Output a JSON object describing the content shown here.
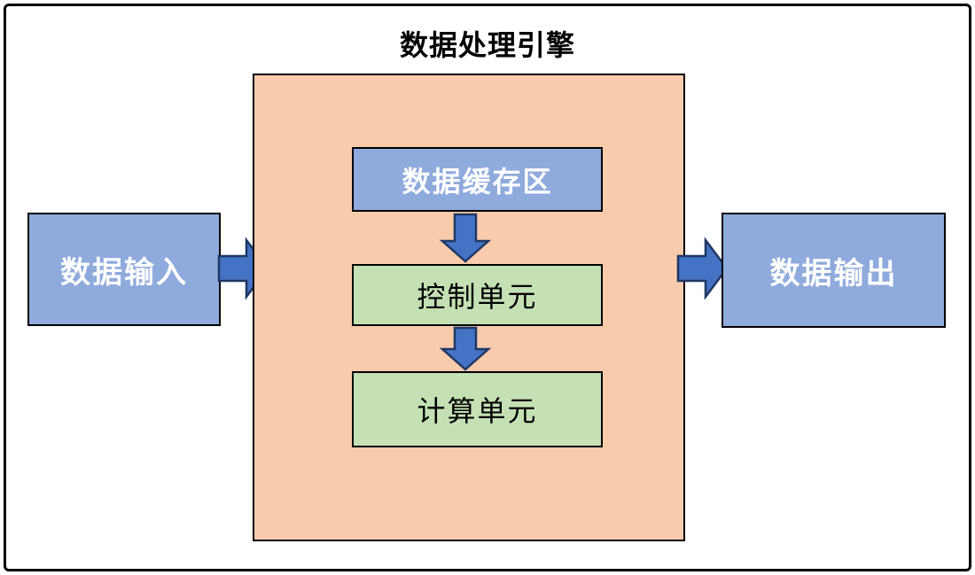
{
  "diagram": {
    "title": "数据处理引擎",
    "input": {
      "label": "数据输入"
    },
    "output": {
      "label": "数据输出"
    },
    "engine": {
      "children": [
        {
          "id": "buffer",
          "label": "数据缓存区",
          "style": "blue"
        },
        {
          "id": "control",
          "label": "控制单元",
          "style": "green"
        },
        {
          "id": "compute",
          "label": "计算单元",
          "style": "green"
        }
      ]
    },
    "arrows": [
      {
        "from": "数据输入",
        "to": "数据处理引擎",
        "direction": "right"
      },
      {
        "from": "数据缓存区",
        "to": "控制单元",
        "direction": "down"
      },
      {
        "from": "控制单元",
        "to": "计算单元",
        "direction": "down"
      },
      {
        "from": "数据处理引擎",
        "to": "数据输出",
        "direction": "right"
      }
    ],
    "colors": {
      "container_fill": "#F8CBAD",
      "blue_node_fill": "#8FAADC",
      "green_node_fill": "#C5E0B4",
      "arrow_fill": "#4472C4",
      "arrow_stroke": "#1F3864",
      "border": "#000000",
      "background": "#FFFFFF",
      "title_text": "#000000",
      "blue_node_text": "#FFFFFF",
      "green_node_text": "#000000"
    }
  }
}
